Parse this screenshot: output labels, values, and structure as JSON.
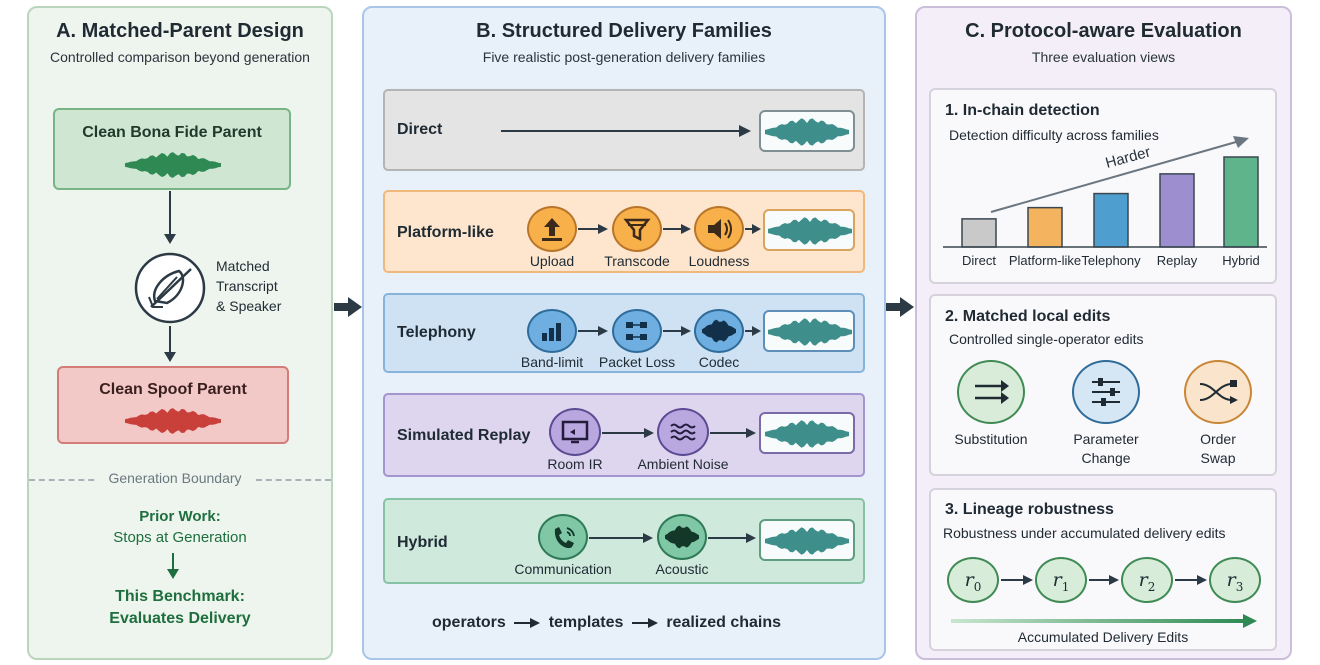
{
  "panel_a": {
    "title": "A. Matched-Parent Design",
    "subtitle": "Controlled comparison beyond generation",
    "bona_fide_label": "Clean Bona Fide Parent",
    "matched_label": [
      "Matched",
      "Transcript",
      "& Speaker"
    ],
    "spoof_label": "Clean Spoof Parent",
    "boundary_label": "Generation Boundary",
    "prior_work": [
      "Prior Work:",
      "Stops at Generation"
    ],
    "benchmark": [
      "This Benchmark:",
      "Evaluates Delivery"
    ],
    "colors": {
      "bona": "#2e8a52",
      "spoof": "#c9403b"
    }
  },
  "panel_b": {
    "title": "B. Structured Delivery Families",
    "subtitle": "Five realistic post-generation delivery families",
    "rows": [
      {
        "name": "Direct",
        "steps": []
      },
      {
        "name": "Platform-like",
        "steps": [
          {
            "label": "Upload",
            "icon": "upload-icon"
          },
          {
            "label": "Transcode",
            "icon": "funnel-icon"
          },
          {
            "label": "Loudness",
            "icon": "speaker-icon"
          }
        ]
      },
      {
        "name": "Telephony",
        "steps": [
          {
            "label": "Band-limit",
            "icon": "bar-chart-icon"
          },
          {
            "label": "Packet Loss",
            "icon": "packets-icon"
          },
          {
            "label": "Codec",
            "icon": "waveform-icon"
          }
        ]
      },
      {
        "name": "Simulated Replay",
        "steps": [
          {
            "label": "Room IR",
            "icon": "screen-icon"
          },
          {
            "label": "Ambient Noise",
            "icon": "waves-icon"
          }
        ]
      },
      {
        "name": "Hybrid",
        "steps": [
          {
            "label": "Communication",
            "icon": "phone-icon"
          },
          {
            "label": "Acoustic",
            "icon": "waveform-icon"
          }
        ]
      }
    ],
    "pipeline": [
      "operators",
      "templates",
      "realized chains"
    ],
    "colors": {
      "wave": "#3e8f8c"
    }
  },
  "panel_c": {
    "title": "C. Protocol-aware Evaluation",
    "subtitle": "Three evaluation views",
    "view1": {
      "title": "1. In-chain detection",
      "subtitle": "Detection difficulty across families",
      "trend_label": "Harder"
    },
    "view2": {
      "title": "2. Matched local edits",
      "subtitle": "Controlled single-operator edits",
      "items": [
        {
          "label": [
            "Substitution"
          ],
          "icon": "swap-arrows-icon"
        },
        {
          "label": [
            "Parameter",
            "Change"
          ],
          "icon": "sliders-icon"
        },
        {
          "label": [
            "Order",
            "Swap"
          ],
          "icon": "shuffle-icon"
        }
      ]
    },
    "view3": {
      "title": "3. Lineage robustness",
      "subtitle": "Robustness under accumulated delivery edits",
      "nodes": [
        "0",
        "1",
        "2",
        "3"
      ],
      "node_symbol": "r",
      "footer": "Accumulated Delivery Edits"
    }
  },
  "chart_data": {
    "type": "bar",
    "categories": [
      "Direct",
      "Platform-like",
      "Telephony",
      "Replay",
      "Hybrid"
    ],
    "values": [
      1,
      1.4,
      1.9,
      2.6,
      3.2
    ],
    "colors": [
      "#c9c9c9",
      "#f4b35e",
      "#4e9fd0",
      "#9d8fcf",
      "#5fb48c"
    ],
    "title": "",
    "xlabel": "",
    "ylabel": ""
  }
}
